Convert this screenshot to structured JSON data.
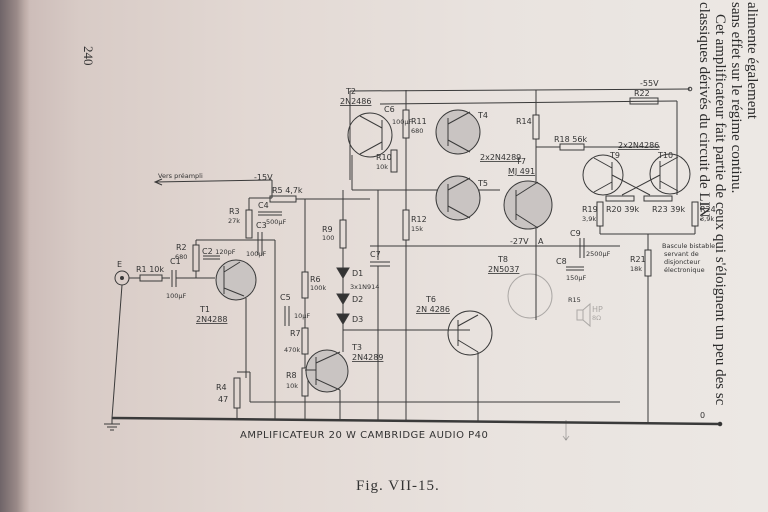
{
  "page": {
    "page_number": "240",
    "body_text_lines": [
      "alimente également",
      "sans effet sur le régime continu.",
      "Cet amplificateur fait partie de ceux qui s'éloignent un peu des sc",
      "classiques dérivés du circuit de LIN."
    ],
    "figure_caption": "Fig. VII-15."
  },
  "schematic": {
    "title": "AMPLIFICATEUR  20 W   CAMBRIDGE AUDIO P40",
    "rails": {
      "supply": "-55V",
      "preamp_supply": "-15V",
      "midpoint": "-27V",
      "midpoint_node": "A",
      "ground": "0",
      "preamp_output": "Vers préampli"
    },
    "input_label": "E",
    "transistors": [
      {
        "ref": "T1",
        "type": "2N4288"
      },
      {
        "ref": "T2",
        "type": "2N2486"
      },
      {
        "ref": "T3",
        "type": "2N4289"
      },
      {
        "ref": "T4",
        "type": ""
      },
      {
        "ref": "T5",
        "type": ""
      },
      {
        "ref": "T6",
        "type": "2N 4286"
      },
      {
        "ref": "T7",
        "type": "MJ 491"
      },
      {
        "ref": "T8",
        "type": "2N5037"
      },
      {
        "ref": "T9",
        "type": ""
      },
      {
        "ref": "T10",
        "type": ""
      }
    ],
    "transistor_pair_labels": {
      "t4_t5": "2x2N4289",
      "t9_t10": "2x2N4286"
    },
    "resistors": [
      {
        "ref": "R1",
        "value": "10k"
      },
      {
        "ref": "R2",
        "value": "680"
      },
      {
        "ref": "R3",
        "value": "27k"
      },
      {
        "ref": "R4",
        "value": "47"
      },
      {
        "ref": "R5",
        "value": "4,7k"
      },
      {
        "ref": "R6",
        "value": "100k"
      },
      {
        "ref": "R7",
        "value": "470k"
      },
      {
        "ref": "R8",
        "value": "10k"
      },
      {
        "ref": "R9",
        "value": "100"
      },
      {
        "ref": "R10",
        "value": "10k"
      },
      {
        "ref": "R11",
        "value": "680"
      },
      {
        "ref": "R12",
        "value": "15k"
      },
      {
        "ref": "R14",
        "value": ""
      },
      {
        "ref": "R15",
        "value": ""
      },
      {
        "ref": "R18",
        "value": "56k"
      },
      {
        "ref": "R19",
        "value": "3,9k"
      },
      {
        "ref": "R20",
        "value": "39k"
      },
      {
        "ref": "R21",
        "value": "18k"
      },
      {
        "ref": "R22",
        "value": ""
      },
      {
        "ref": "R23",
        "value": "39k"
      },
      {
        "ref": "R24",
        "value": "3,9k"
      }
    ],
    "capacitors": [
      {
        "ref": "C1",
        "value": "100µF"
      },
      {
        "ref": "C2",
        "value": "120pF"
      },
      {
        "ref": "C3",
        "value": "100µF"
      },
      {
        "ref": "C4",
        "value": "500µF"
      },
      {
        "ref": "C5",
        "value": "10µF"
      },
      {
        "ref": "C6",
        "value": "100µF"
      },
      {
        "ref": "C7",
        "value": ""
      },
      {
        "ref": "C8",
        "value": "150µF"
      },
      {
        "ref": "C9",
        "value": "2500µF"
      }
    ],
    "diodes": [
      {
        "ref": "D1"
      },
      {
        "ref": "D2"
      },
      {
        "ref": "D3"
      }
    ],
    "diode_type_label": "3x1N914",
    "speaker": {
      "ref": "HP",
      "value": "8Ω"
    },
    "note_lines": [
      "Bascule bistable",
      "servant de",
      "disjoncteur",
      "électronique"
    ]
  }
}
